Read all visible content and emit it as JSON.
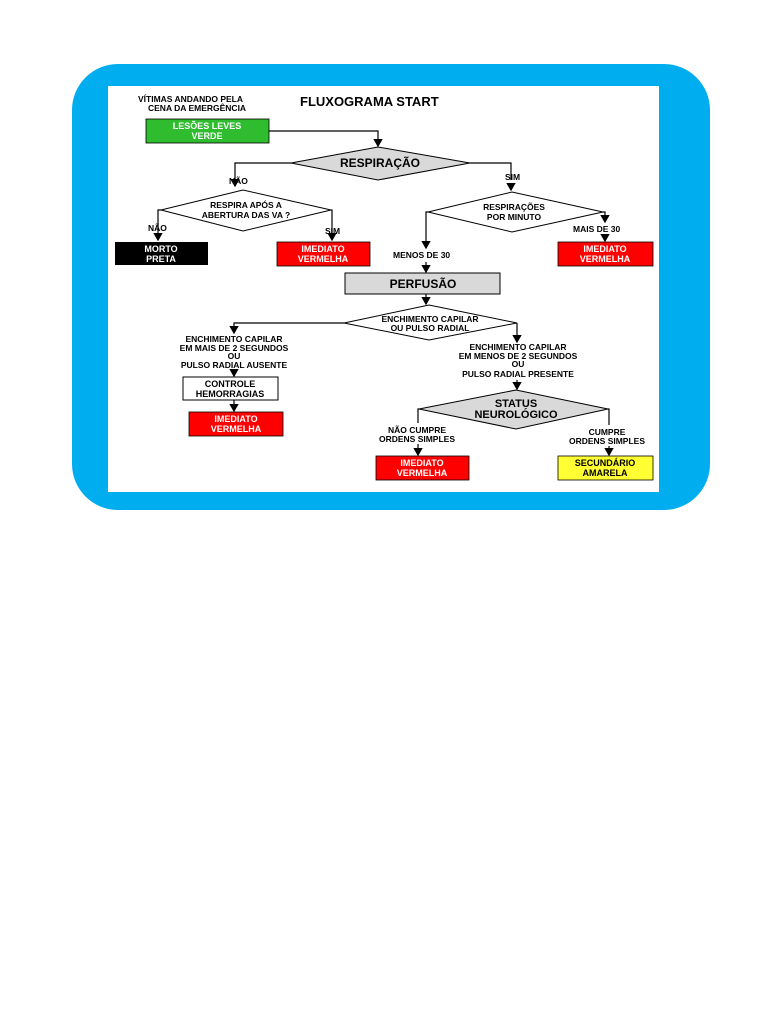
{
  "title": "FLUXOGRAMA START",
  "colors": {
    "frame": "#00aeef",
    "green": "#2fbd2f",
    "red": "#ff0000",
    "black": "#000000",
    "yellow": "#ffff33",
    "gray": "#d9d9d9"
  },
  "nodes": {
    "walking_label": [
      "VÍTIMAS ANDANDO PELA",
      "CENA DA EMERGÊNCIA"
    ],
    "green_box": [
      "LESÕES LEVES",
      "VERDE"
    ],
    "respiracao": "RESPIRAÇÃO",
    "nao_top": "NÃO",
    "sim_top": "SIM",
    "respira_apos": [
      "RESPIRA APÓS A",
      "ABERTURA DAS VA ?"
    ],
    "nao_left": "NÃO",
    "sim_mid": "SIM",
    "morto_box": [
      "MORTO",
      "PRETA"
    ],
    "imediato_1": [
      "IMEDIATO",
      "VERMELHA"
    ],
    "respiracoes_minuto": [
      "RESPIRAÇÕES",
      "POR MINUTO"
    ],
    "mais_30": "MAIS DE 30",
    "menos_30": "MENOS DE 30",
    "imediato_2": [
      "IMEDIATO",
      "VERMELHA"
    ],
    "perfusao": "PERFUSÃO",
    "enchimento": [
      "ENCHIMENTO CAPILAR",
      "OU PULSO RADIAL"
    ],
    "mais_2s": [
      "ENCHIMENTO CAPILAR",
      "EM MAIS DE 2 SEGUNDOS",
      "OU",
      "PULSO RADIAL  AUSENTE"
    ],
    "controle": [
      "CONTROLE",
      "HEMORRAGIAS"
    ],
    "imediato_3": [
      "IMEDIATO",
      "VERMELHA"
    ],
    "menos_2s": [
      "ENCHIMENTO CAPILAR",
      "EM MENOS DE 2 SEGUNDOS",
      "OU",
      "PULSO RADIAL  PRESENTE"
    ],
    "status": [
      "STATUS",
      "NEUROLÓGICO"
    ],
    "nao_cumpre": [
      "NÃO CUMPRE",
      "ORDENS SIMPLES"
    ],
    "cumpre": [
      "CUMPRE",
      "ORDENS SIMPLES"
    ],
    "imediato_4": [
      "IMEDIATO",
      "VERMELHA"
    ],
    "secundario": [
      "SECUNDÁRIO",
      "AMARELA"
    ]
  }
}
